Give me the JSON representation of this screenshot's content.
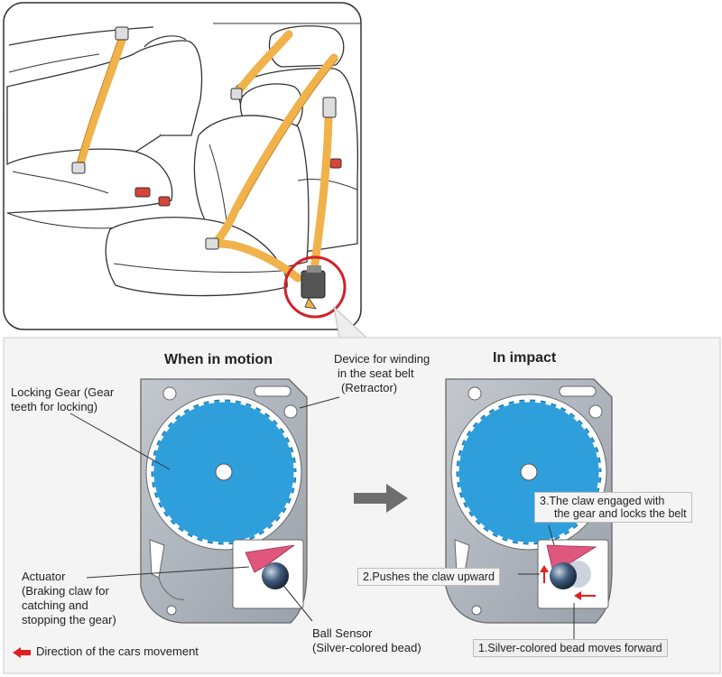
{
  "motion_title": "When in motion",
  "impact_title": "In impact",
  "labels": {
    "locking_gear_1": "Locking Gear (Gear",
    "locking_gear_2": "teeth for locking)",
    "device_1": "Device for winding",
    "device_2": "in the seat belt",
    "device_3": "(Retractor)",
    "actuator_1": "Actuator",
    "actuator_2": "(Braking claw for",
    "actuator_3": "catching and",
    "actuator_4": "stopping the gear)",
    "ball_1": "Ball Sensor",
    "ball_2": "(Silver-colored bead)"
  },
  "callouts": {
    "claw_1": "3.The claw engaged with",
    "claw_2": "the gear and locks the belt",
    "push": "2.Pushes the claw upward",
    "bead": "1.Silver-colored bead moves forward"
  },
  "legend": "Direction of the cars movement",
  "colors": {
    "belt": "#f0b24a",
    "gear": "#2f9fdc",
    "plate": "#aeb4bc",
    "claw": "#e0577e",
    "arrow_red": "#e02020",
    "zoom_ring": "#d4202a"
  },
  "icons": [
    "car-seats-illustration",
    "retractor-icon",
    "arrow-right-icon",
    "red-arrow-icon"
  ]
}
